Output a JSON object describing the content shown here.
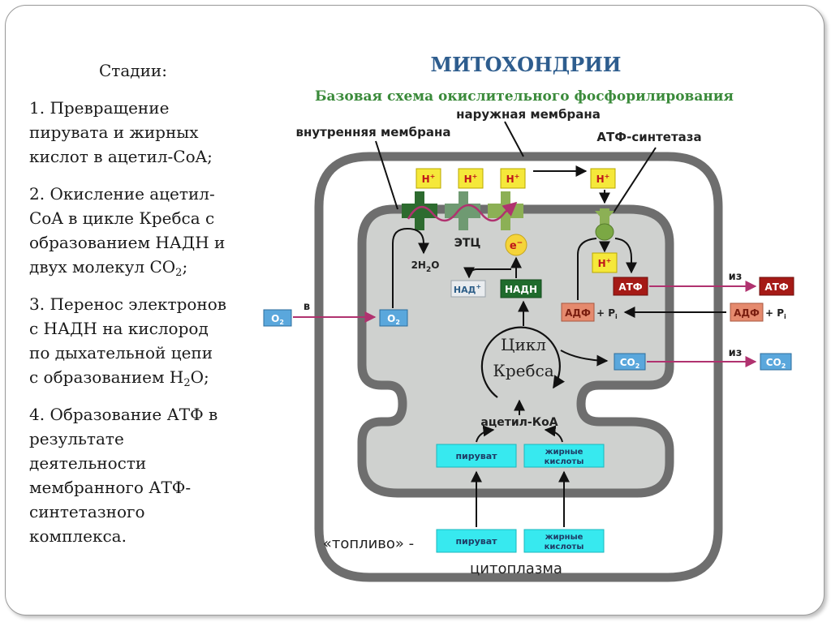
{
  "left_panel": {
    "heading": "Стадии:",
    "stages": [
      {
        "lines": [
          "1. Превращение",
          "пирувата и жирных",
          "кислот в ацетил-CoA;"
        ]
      },
      {
        "lines": [
          "2. Окисление ацетил-",
          "CoA в цикле Кребса с",
          "образованием НАДН и",
          "двух молекул CO"
        ],
        "tail_sub": "2",
        "tail_after": ";"
      },
      {
        "lines": [
          "3. Перенос электронов",
          "с НАДН на кислород",
          "по дыхательной цепи",
          "с образованием H"
        ],
        "tail_sub": "2",
        "tail_after": "O;"
      },
      {
        "lines": [
          "4. Образование АТФ в",
          "результате",
          "деятельности",
          "мембранного АТФ-",
          "синтетазного",
          "комплекса."
        ]
      }
    ]
  },
  "diagram": {
    "title": "МИТОХОНДРИИ",
    "subtitle": "Базовая схема окислительного фосфорилирования",
    "labels": {
      "outer_membrane": "наружная мембрана",
      "inner_membrane": "внутренняя мембрана",
      "atp_synthase": "АТФ-синтетаза",
      "etc": "ЭТЦ",
      "water": "2H",
      "water_sub": "2",
      "water_tail": "O",
      "cycle_line1": "Цикл",
      "cycle_line2": "Кребса",
      "acetyl_coa": "ацетил-КоА",
      "fuel": "«топливо» -",
      "cytoplasm": "цитоплазма",
      "into": "в",
      "out_atp": "из",
      "out_co2": "из",
      "pi": "+ P",
      "pi_sub": "i"
    },
    "proton": "H",
    "proton_sup": "+",
    "electron": "e",
    "electron_sup": "−",
    "o2_label": "O",
    "o2_sub": "2",
    "co2_label": "CO",
    "co2_sub": "2",
    "nad": "НАД",
    "nad_sup": "+",
    "nadh": "НАДН",
    "atp": "АТФ",
    "adp": "АДФ",
    "pyruvate": "пируват",
    "fatty_line1": "жирные",
    "fatty_line2": "кислоты",
    "colors": {
      "membrane": "#6e6e6e",
      "matrix": "#cfd1cf",
      "proton_fill": "#f5e83a",
      "o2_fill": "#5aa7dc",
      "nadh_fill": "#1f6b2c",
      "atp_fill": "#a51a16",
      "adp_fill": "#e58a6e",
      "cyan_fill": "#37e9ef",
      "flow_arrow": "#b0326f",
      "title": "#2e5d8e",
      "subtitle": "#3a8a3a"
    }
  }
}
